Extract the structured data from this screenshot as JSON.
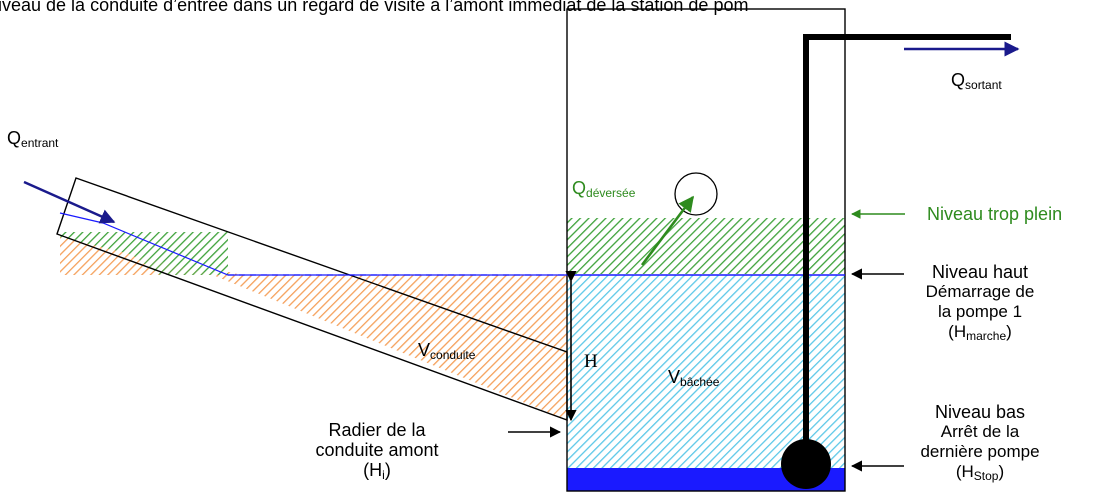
{
  "header": {
    "caption": "iveau de la conduite d’entrée dans un regard de visite à l’amont immédiat de la station de pom"
  },
  "flows": {
    "entrant": {
      "main": "Q",
      "sub": "entrant"
    },
    "sortant": {
      "main": "Q",
      "sub": "sortant"
    },
    "deversee": {
      "main": "Q",
      "sub": "déversée"
    }
  },
  "volumes": {
    "conduite": {
      "main": "V",
      "sub": "conduite"
    },
    "bachee": {
      "main": "V",
      "sub": "bâchée"
    }
  },
  "height_label": "H",
  "levels": {
    "trop_plein": {
      "title": "Niveau trop plein"
    },
    "haut": {
      "title": "Niveau haut",
      "line1": "Démarrage de",
      "line2": "la pompe 1",
      "code_open": "(H",
      "code_sub": "marche",
      "code_close": ")"
    },
    "bas": {
      "title": "Niveau bas",
      "line1": "Arrêt de la",
      "line2": "dernière pompe",
      "code_open": "(H",
      "code_sub": "Stop",
      "code_close": ")"
    }
  },
  "radier": {
    "line1": "Radier de la",
    "line2": "conduite amont",
    "code_open": "(H",
    "code_sub": "i",
    "code_close": ")"
  },
  "colors": {
    "water_blue": "#1a1aff",
    "hatch_blue": "#5cc8e8",
    "hatch_green": "#3ea23a",
    "hatch_orange": "#f5a05a",
    "overflow_green": "#2e8b1e",
    "outline": "#000000"
  }
}
